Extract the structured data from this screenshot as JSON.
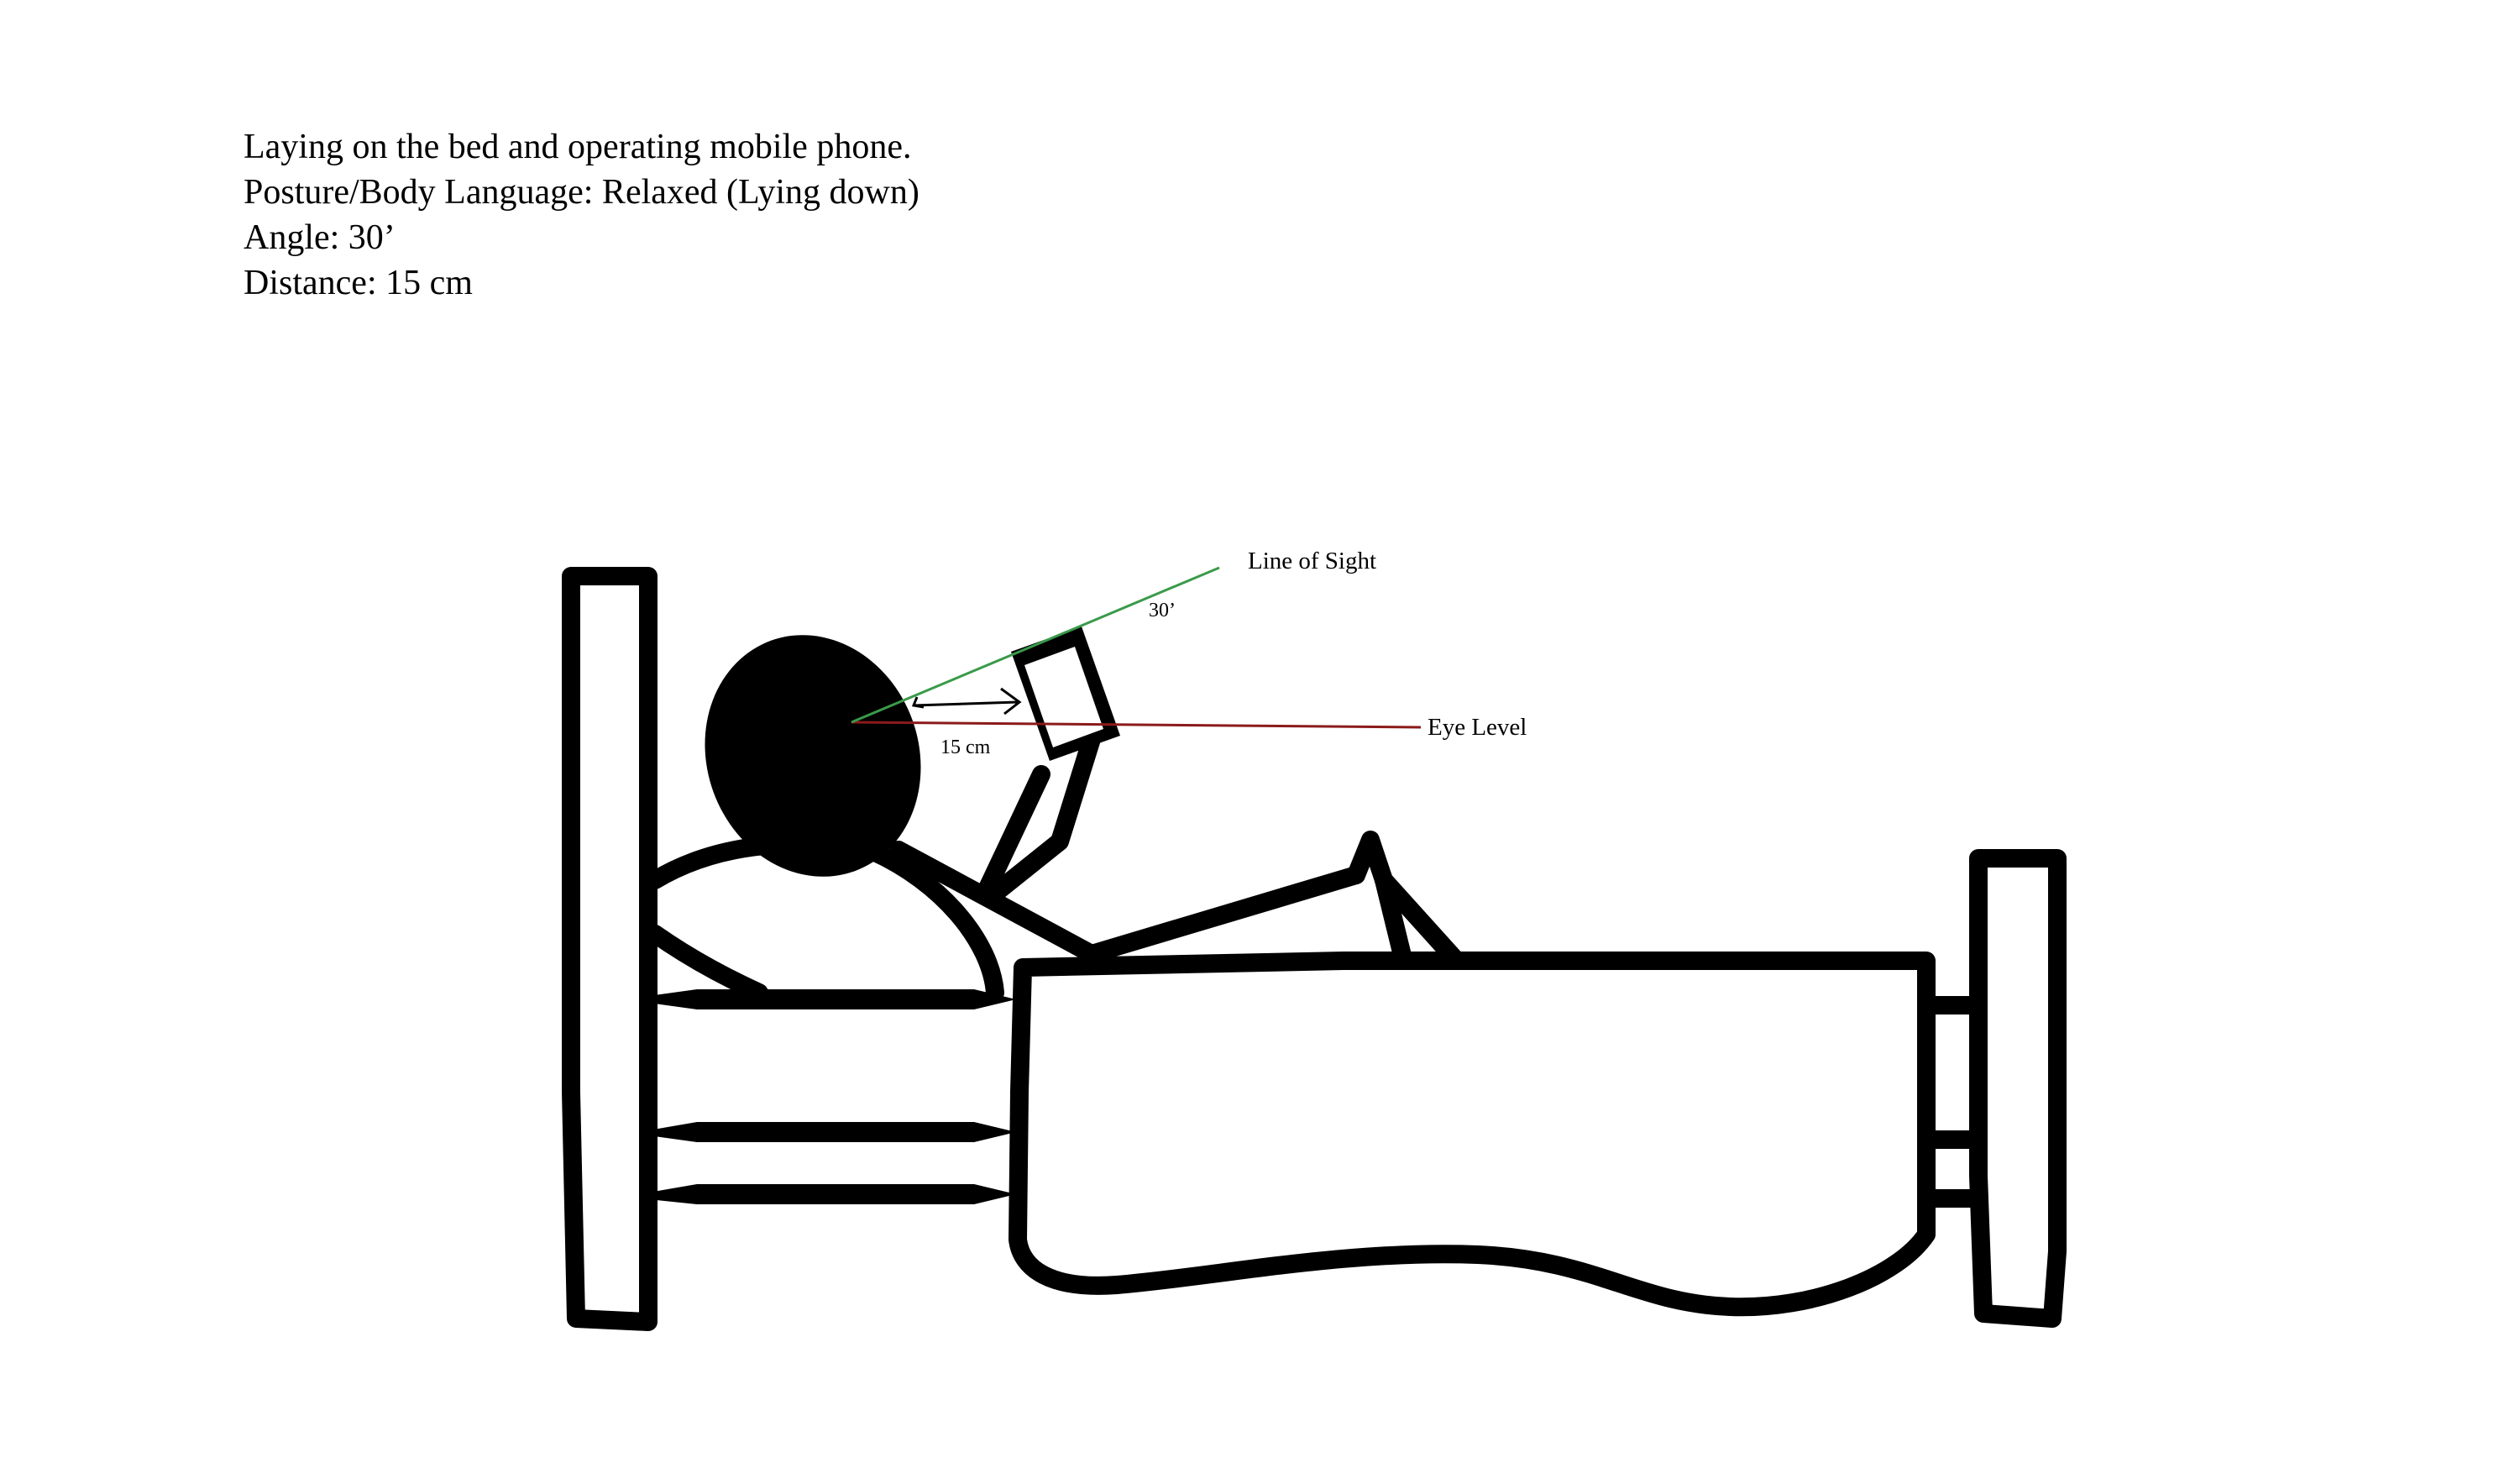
{
  "description": {
    "line1": "Laying on the bed and operating mobile phone.",
    "line2": "Posture/Body Language: Relaxed (Lying down)",
    "line3": "Angle: 30’",
    "line4": "Distance: 15 cm"
  },
  "labels": {
    "line_of_sight": "Line of Sight",
    "eye_level": "Eye Level",
    "angle": "30’",
    "distance": "15 cm"
  },
  "colors": {
    "line_of_sight": "#3a9a4a",
    "eye_level": "#8b1a1a",
    "ink": "#000000"
  }
}
